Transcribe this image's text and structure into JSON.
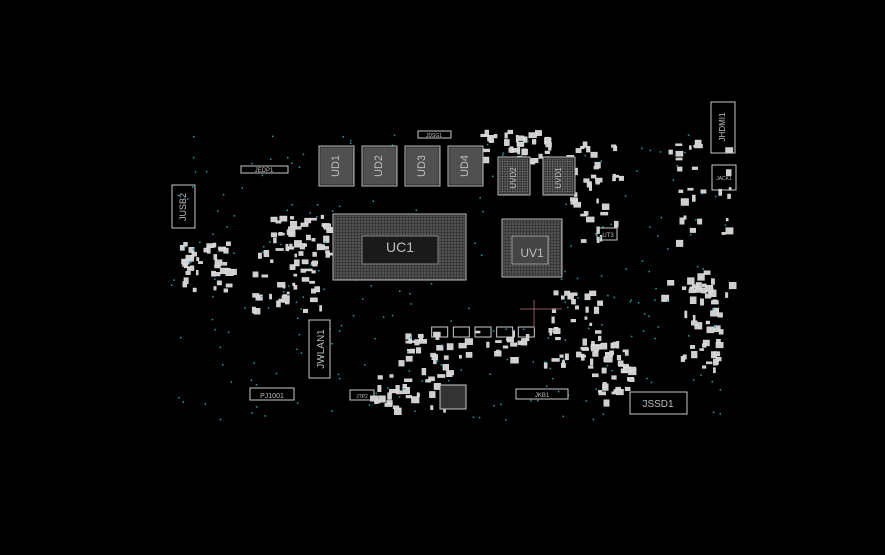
{
  "board": {
    "colors": {
      "outline": "#c8c8c8",
      "pad": "#9a9a9a",
      "via": "#1aa3a3",
      "cursor": "#8a5a5a"
    },
    "labels": {
      "jedp": "JEDP1",
      "jusb": "JUSB2",
      "jdsg": "JDSG1",
      "ud1": "UD1",
      "ud2": "UD2",
      "ud3": "UD3",
      "ud4": "UD4",
      "uvd2": "UVD2",
      "uvd1": "UVD1",
      "uc1": "UC1",
      "uv1": "UV1",
      "jhdmi": "JHDMI1",
      "jack": "JACK1",
      "ut3": "UT3",
      "jwlan": "JWLAN1",
      "pj1001": "PJ1001",
      "jtp2": "JTP2",
      "jkb1": "JKB1",
      "jssd1": "JSSD1"
    }
  }
}
